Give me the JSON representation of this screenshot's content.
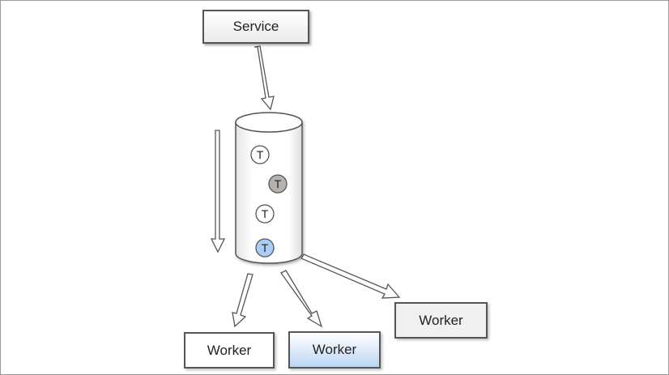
{
  "service": {
    "label": "Service"
  },
  "tokens": [
    {
      "label": "T",
      "fill": "#ffffff"
    },
    {
      "label": "T",
      "fill": "#b5b2ae"
    },
    {
      "label": "T",
      "fill": "#ffffff"
    },
    {
      "label": "T",
      "fill": "#a9cdf5"
    }
  ],
  "workers": [
    {
      "label": "Worker"
    },
    {
      "label": "Worker"
    },
    {
      "label": "Worker"
    }
  ],
  "colors": {
    "stroke": "#555555",
    "highlight_blue": "#a9cdf5",
    "token_gray": "#b5b2ae"
  }
}
